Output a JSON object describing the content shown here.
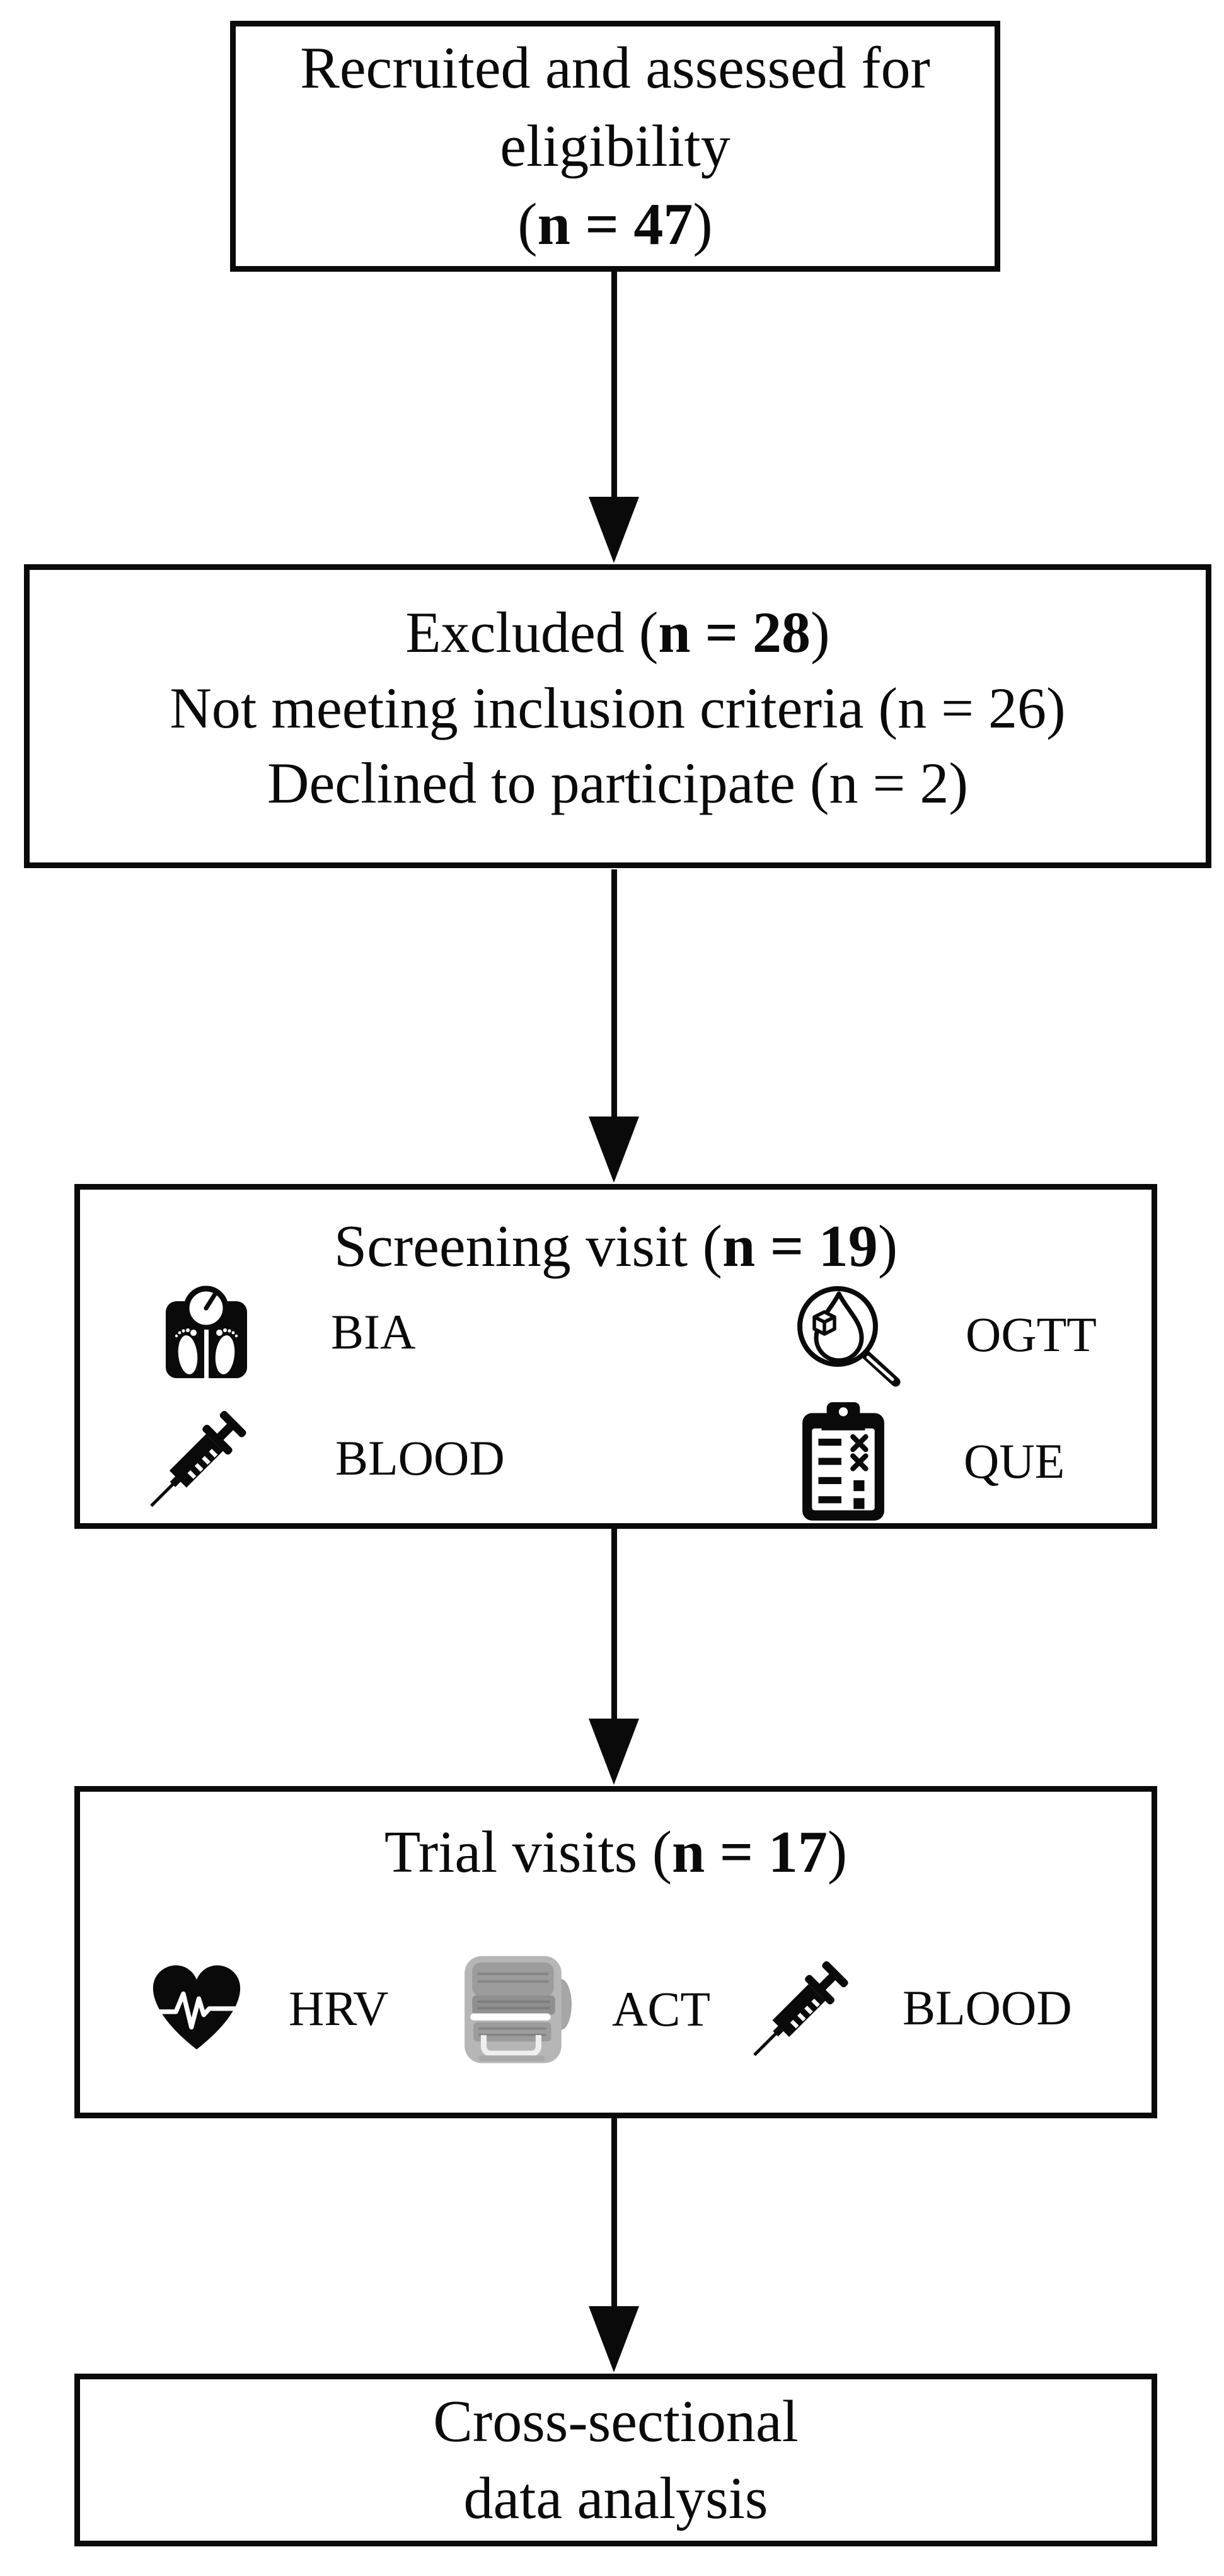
{
  "page": {
    "background": "#ffffff",
    "ink": "#0a0a0a"
  },
  "boxes": {
    "recruited": {
      "line1": "Recruited and assessed for",
      "line2": "eligibility",
      "count_open": "(",
      "count_bold": "n = 47",
      "count_close": ")"
    },
    "excluded": {
      "title_open": "Excluded (",
      "title_bold": "n = 28",
      "title_close": ")",
      "reason1": "Not meeting inclusion criteria (n = 26)",
      "reason2": "Declined to participate (n = 2)"
    },
    "screening": {
      "title_text": "Screening visit ",
      "title_open": "(",
      "title_bold": "n = 19",
      "title_close": ")",
      "items": [
        {
          "label": "BIA",
          "icon": "body-scale-icon"
        },
        {
          "label": "OGTT",
          "icon": "magnifier-drop-icon"
        },
        {
          "label": "BLOOD",
          "icon": "syringe-icon"
        },
        {
          "label": "QUE",
          "icon": "clipboard-checklist-icon"
        }
      ]
    },
    "trial": {
      "title_text": "Trial visits ",
      "title_open": "(",
      "title_bold": "n = 17",
      "title_close": ")",
      "items": [
        {
          "label": "HRV",
          "icon": "heart-ecg-icon"
        },
        {
          "label": "ACT",
          "icon": "actigraph-device-icon"
        },
        {
          "label": "BLOOD",
          "icon": "syringe-icon"
        }
      ]
    },
    "analysis": {
      "line1": "Cross-sectional",
      "line2": "data analysis"
    }
  },
  "icon_colors": {
    "ink": "#0a0a0a",
    "white": "#ffffff",
    "device_body": "#b6b6b6",
    "device_dark": "#8f8f8f",
    "device_mid": "#9c9c9c",
    "device_light": "#fdfdfd"
  }
}
